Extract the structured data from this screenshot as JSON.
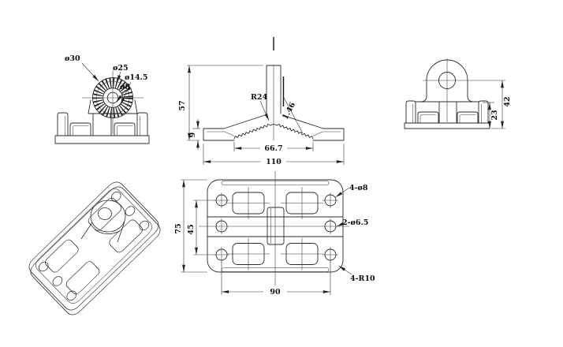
{
  "drawing": {
    "line_color": "#2b2b2b",
    "side_view": {
      "dia30": "ø30",
      "dia25": "ø25",
      "dia14_5": "ø14.5",
      "dia8": "ø8"
    },
    "front_view": {
      "fillet_radius": "R24",
      "serration_pitch": "1.46",
      "overall_height": "57",
      "base_height": "9",
      "serration_width": "66.7",
      "overall_width": "110"
    },
    "end_view": {
      "overall_height": "42",
      "base_height": "23"
    },
    "plan_view": {
      "overall_depth": "75",
      "hole_spacing_y": "45",
      "hole_spacing_x": "90",
      "corner_holes": "4-ø8",
      "center_holes": "2-ø6.5",
      "corner_radius": "4-R10"
    }
  }
}
